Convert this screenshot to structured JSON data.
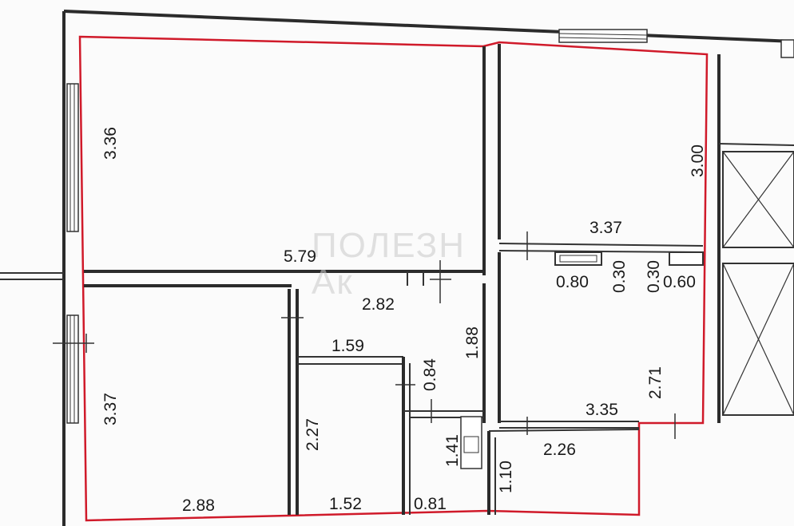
{
  "watermark": {
    "line1": "ПОЛЕЗН",
    "line2": "Ак"
  },
  "dimensions": {
    "living_room_width": "3.36",
    "living_room_length": "5.79",
    "kitchen_depth": "3.00",
    "kitchen_length": "3.37",
    "bedroom_width": "3.37",
    "bedroom_length": "2.88",
    "hall_length": "2.82",
    "hall_depth": "1.88",
    "closet_length": "1.59",
    "closet_depth": "0.84",
    "bath_depth": "2.27",
    "bath_length": "1.52",
    "wc_depth": "1.41",
    "wc_length": "0.81",
    "room_right_length": "3.35",
    "room_right_depth": "2.71",
    "niche1_w": "0.80",
    "niche1_d": "0.30",
    "niche2_d": "0.30",
    "niche2_w": "0.60",
    "balcony_length": "2.26",
    "balcony_depth": "1.10"
  },
  "colors": {
    "outline": "#d01a2a",
    "wall": "#2b2b2b",
    "background": "#fbfbfb"
  }
}
